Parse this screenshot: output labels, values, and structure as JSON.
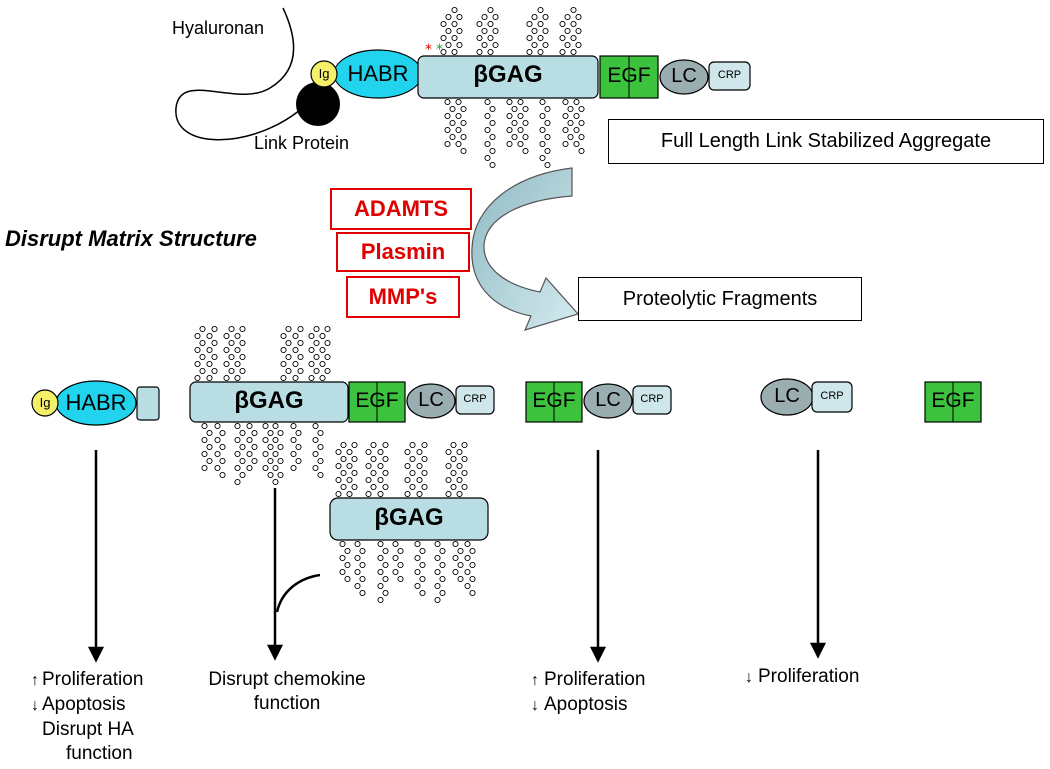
{
  "labels": {
    "hyaluronan": "Hyaluronan",
    "link_protein": "Link Protein",
    "full_length_box": "Full Length Link Stabilized Aggregate",
    "disrupt_matrix": "Disrupt Matrix Structure",
    "proteolytic_box": "Proteolytic Fragments"
  },
  "enzymes": [
    "ADAMTS",
    "Plasmin",
    "MMP's"
  ],
  "domains": {
    "ig": "Ig",
    "habr": "HABR",
    "gag": "βGAG",
    "egf": "EGF",
    "lc": "LC",
    "crp": "CRP"
  },
  "outcomes": {
    "habr_fragment": {
      "proliferation": "Proliferation",
      "apoptosis": "Apoptosis",
      "disrupt_ha_1": "Disrupt HA",
      "disrupt_ha_2": "function"
    },
    "gag_fragment": {
      "line1": "Disrupt chemokine",
      "line2": "function"
    },
    "egf_fragment": {
      "proliferation": "Proliferation",
      "apoptosis": "Apoptosis"
    },
    "lc_fragment": {
      "proliferation": "Proliferation"
    }
  },
  "colors": {
    "habr": "#22d3ee",
    "ig": "#f5f06a",
    "core": "#b8dde3",
    "egf": "#3cc23c",
    "lc": "#9aaeb2",
    "crp": "#cfe6ea",
    "enzyme_red": "#e00000",
    "arrow_fill": "#b0d4dc"
  },
  "icons": {
    "up_arrow": "↑",
    "down_arrow": "↓"
  }
}
